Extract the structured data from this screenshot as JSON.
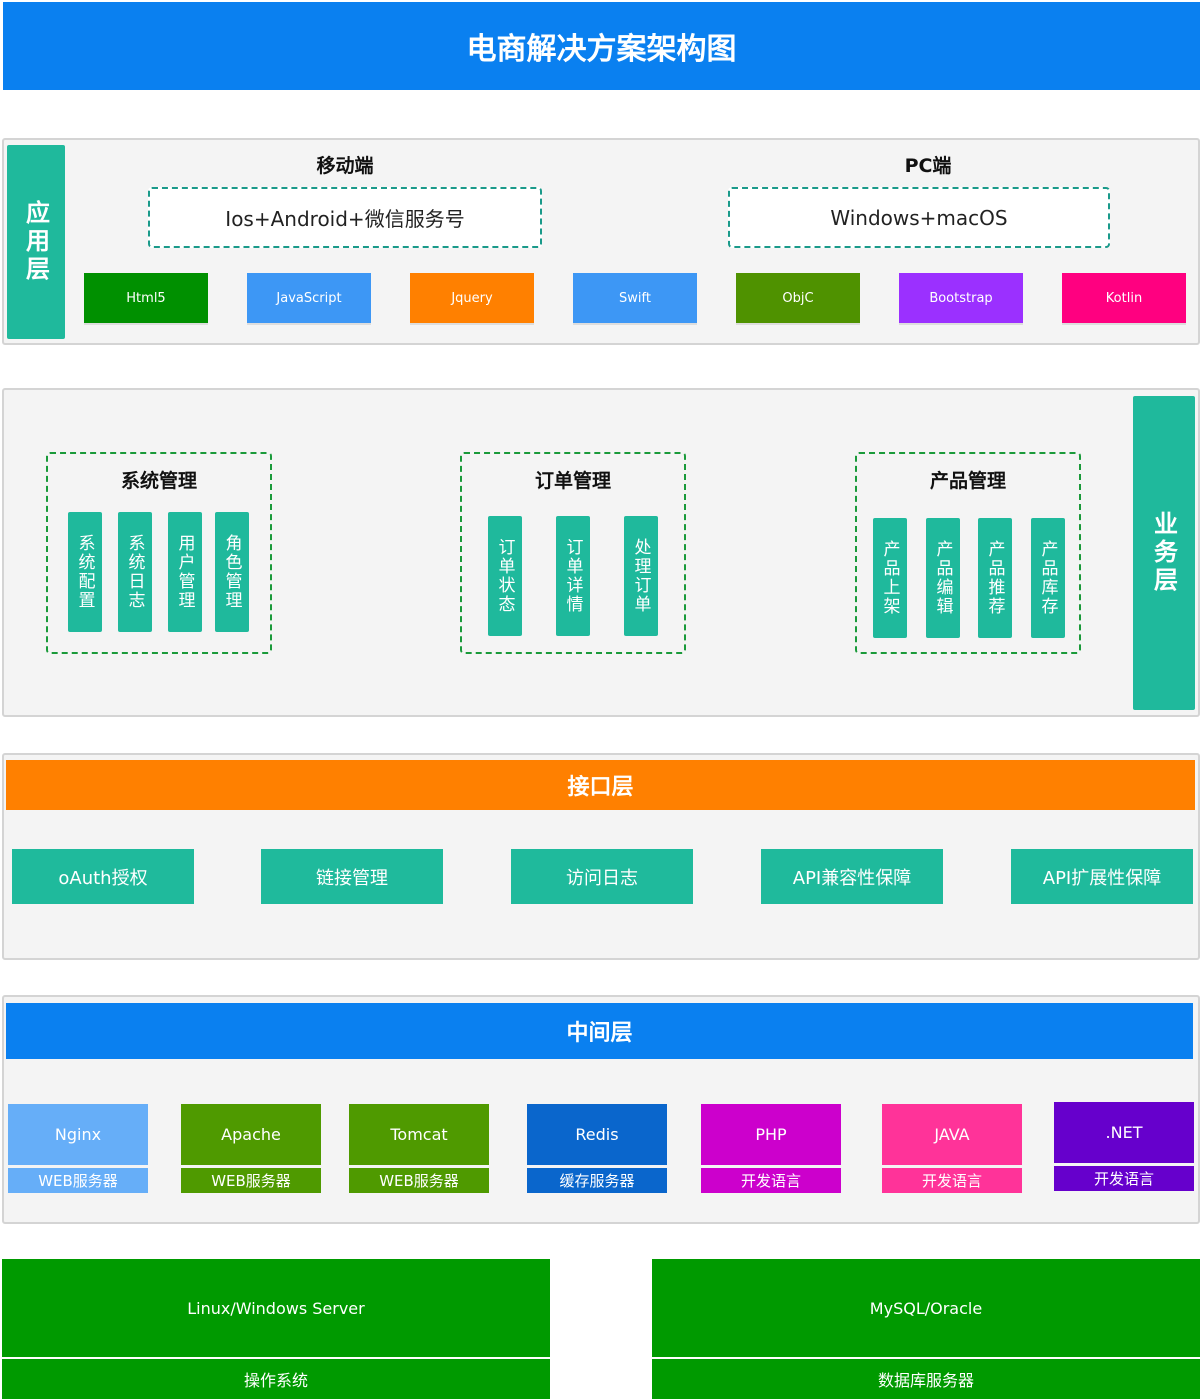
{
  "title": "电商解决方案架构图",
  "app_layer": {
    "label": "应用层",
    "mobile": {
      "heading": "移动端",
      "platforms": "Ios+Android+微信服务号"
    },
    "pc": {
      "heading": "PC端",
      "platforms": "Windows+macOS"
    },
    "techs": [
      {
        "label": "Html5",
        "color": "#009000"
      },
      {
        "label": "JavaScript",
        "color": "#3d97f5"
      },
      {
        "label": "Jquery",
        "color": "#ff8000"
      },
      {
        "label": "Swift",
        "color": "#3d97f5"
      },
      {
        "label": "ObjC",
        "color": "#4f9200"
      },
      {
        "label": "Bootstrap",
        "color": "#9b30ff"
      },
      {
        "label": "Kotlin",
        "color": "#ff0080"
      }
    ]
  },
  "business_layer": {
    "label": "业务层",
    "groups": [
      {
        "title": "系统管理",
        "items": [
          "系统配置",
          "系统日志",
          "用户管理",
          "角色管理"
        ]
      },
      {
        "title": "订单管理",
        "items": [
          "订单状态",
          "订单详情",
          "处理订单"
        ]
      },
      {
        "title": "产品管理",
        "items": [
          "产品上架",
          "产品编辑",
          "产品推荐",
          "产品库存"
        ]
      }
    ]
  },
  "interface_layer": {
    "label": "接口层",
    "items": [
      "oAuth授权",
      "链接管理",
      "访问日志",
      "API兼容性保障",
      "API扩展性保障"
    ]
  },
  "middle_layer": {
    "label": "中间层",
    "items": [
      {
        "name": "Nginx",
        "type": "WEB服务器",
        "color": "#66aef8"
      },
      {
        "name": "Apache",
        "type": "WEB服务器",
        "color": "#4f9a00"
      },
      {
        "name": "Tomcat",
        "type": "WEB服务器",
        "color": "#4f9a00"
      },
      {
        "name": "Redis",
        "type": "缓存服务器",
        "color": "#0a66cc"
      },
      {
        "name": "PHP",
        "type": "开发语言",
        "color": "#cc00cc"
      },
      {
        "name": "JAVA",
        "type": "开发语言",
        "color": "#ff3399"
      },
      {
        "name": ".NET",
        "type": "开发语言",
        "color": "#6600cc"
      }
    ]
  },
  "base": [
    {
      "name": "Linux/Windows Server",
      "type": "操作系统"
    },
    {
      "name": "MySQL/Oracle",
      "type": "数据库服务器"
    }
  ]
}
